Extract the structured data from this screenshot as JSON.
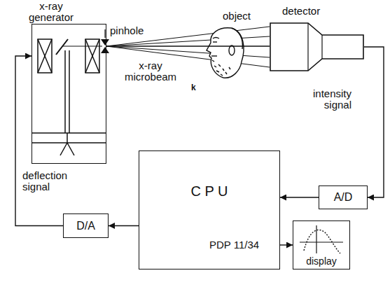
{
  "diagram": {
    "nodes": [
      {
        "text": [
          "x-ray generator"
        ]
      },
      {
        "text": [
          "detector"
        ]
      },
      {
        "text": [
          "C P U",
          "PDP 11/34"
        ]
      },
      {
        "text": [
          "A/D"
        ]
      },
      {
        "text": [
          "D/A"
        ]
      },
      {
        "text": [
          "display"
        ]
      }
    ],
    "edges": [
      {
        "from": 0,
        "to": 1,
        "arrow": "none"
      },
      {
        "from": 1,
        "to": 3,
        "arrow": "to",
        "label": "intensity signal"
      },
      {
        "from": 3,
        "to": 2,
        "arrow": "to"
      },
      {
        "from": 2,
        "to": 4,
        "arrow": "to"
      },
      {
        "from": 4,
        "to": 0,
        "arrow": "to",
        "label": "deflection signal"
      },
      {
        "from": 2,
        "to": 5,
        "arrow": "to"
      }
    ],
    "labels": [
      "pinhole",
      "x-ray microbeam",
      "object",
      "k"
    ]
  }
}
